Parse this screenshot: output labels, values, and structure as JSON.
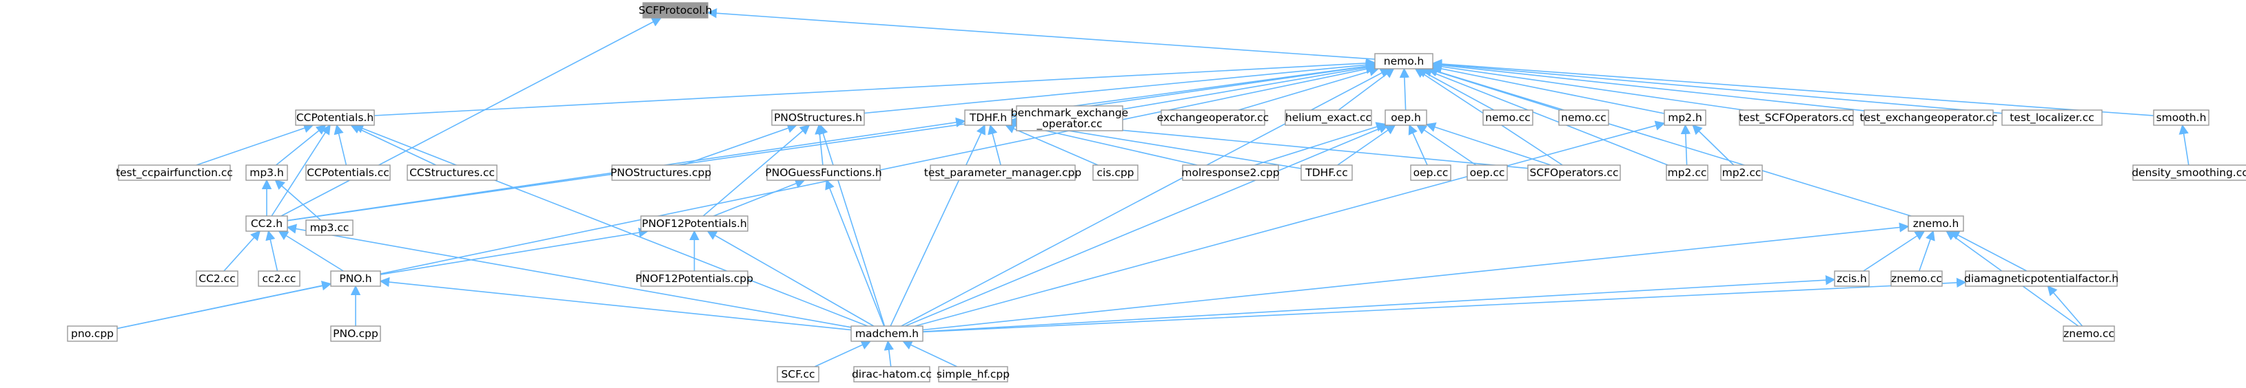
{
  "title": "",
  "colors": {
    "node_fill": "#ffffff",
    "node_border": "#999999",
    "focus_fill": "#999999",
    "focus_border": "#666666",
    "highlight_border": "#ff0000",
    "edge": "#63b8ff",
    "arrowhead": "#63b8ff"
  },
  "nodes": {
    "scf": {
      "label": "SCFProtocol.h",
      "style": "focus"
    },
    "nemo": {
      "label": "nemo.h",
      "style": "normal"
    },
    "ccpot": {
      "label": "CCPotentials.h",
      "style": "normal"
    },
    "pnostruct": {
      "label": "PNOStructures.h",
      "style": "normal"
    },
    "tdhf": {
      "label": "TDHF.h",
      "style": "normal"
    },
    "bench": {
      "label": "benchmark_exchange\n_operator.cc",
      "style": "normal"
    },
    "exchop": {
      "label": "exchangeoperator.cc",
      "style": "normal"
    },
    "helium": {
      "label": "helium_exact.cc",
      "style": "normal"
    },
    "oep": {
      "label": "oep.h",
      "style": "normal"
    },
    "nemocc1": {
      "label": "nemo.cc",
      "style": "normal"
    },
    "nemocc2": {
      "label": "nemo.cc",
      "style": "normal"
    },
    "mp2h": {
      "label": "mp2.h",
      "style": "normal"
    },
    "testscf": {
      "label": "test_SCFOperators.cc",
      "style": "normal"
    },
    "testexch": {
      "label": "test_exchangeoperator.cc",
      "style": "normal"
    },
    "testloc": {
      "label": "test_localizer.cc",
      "style": "normal"
    },
    "smooth": {
      "label": "smooth.h",
      "style": "normal"
    },
    "densm": {
      "label": "density_smoothing.cc",
      "style": "normal"
    },
    "testccpair": {
      "label": "test_ccpairfunction.cc",
      "style": "normal"
    },
    "mp3h": {
      "label": "mp3.h",
      "style": "normal"
    },
    "ccpotcc": {
      "label": "CCPotentials.cc",
      "style": "normal"
    },
    "ccstruct": {
      "label": "CCStructures.cc",
      "style": "normal"
    },
    "pnostructcpp": {
      "label": "PNOStructures.cpp",
      "style": "normal"
    },
    "pnoguess": {
      "label": "PNOGuessFunctions.h",
      "style": "highlight"
    },
    "testparam": {
      "label": "test_parameter_manager.cpp",
      "style": "normal"
    },
    "ciscpp": {
      "label": "cis.cpp",
      "style": "normal"
    },
    "molresp": {
      "label": "molresponse2.cpp",
      "style": "normal"
    },
    "tdhfcc": {
      "label": "TDHF.cc",
      "style": "normal"
    },
    "oepcc1": {
      "label": "oep.cc",
      "style": "normal"
    },
    "oepcc2": {
      "label": "oep.cc",
      "style": "normal"
    },
    "scfops": {
      "label": "SCFOperators.cc",
      "style": "normal"
    },
    "mp2cc1": {
      "label": "mp2.cc",
      "style": "normal"
    },
    "mp2cc2": {
      "label": "mp2.cc",
      "style": "normal"
    },
    "cc2h": {
      "label": "CC2.h",
      "style": "normal"
    },
    "mp3cc": {
      "label": "mp3.cc",
      "style": "normal"
    },
    "pnof12": {
      "label": "PNOF12Potentials.h",
      "style": "normal"
    },
    "znemo": {
      "label": "znemo.h",
      "style": "normal"
    },
    "cc2cc1": {
      "label": "CC2.cc",
      "style": "normal"
    },
    "cc2cc2": {
      "label": "cc2.cc",
      "style": "normal"
    },
    "pnoh": {
      "label": "PNO.h",
      "style": "normal"
    },
    "pnof12cpp": {
      "label": "PNOF12Potentials.cpp",
      "style": "normal"
    },
    "zcis": {
      "label": "zcis.h",
      "style": "highlight"
    },
    "znemocc1": {
      "label": "znemo.cc",
      "style": "normal"
    },
    "diamag": {
      "label": "diamagneticpotentialfactor.h",
      "style": "highlight"
    },
    "pnocpp": {
      "label": "pno.cpp",
      "style": "normal"
    },
    "pnocpp2": {
      "label": "PNO.cpp",
      "style": "normal"
    },
    "znemocc2": {
      "label": "znemo.cc",
      "style": "normal"
    },
    "madchem": {
      "label": "madchem.h",
      "style": "normal"
    },
    "scfcc": {
      "label": "SCF.cc",
      "style": "normal"
    },
    "dirac": {
      "label": "dirac-hatom.cc",
      "style": "normal"
    },
    "simplehf": {
      "label": "simple_hf.cpp",
      "style": "normal"
    }
  },
  "edges": [
    [
      "nemo",
      "scf"
    ],
    [
      "cc2h",
      "scf"
    ],
    [
      "ccpot",
      "nemo"
    ],
    [
      "pnostruct",
      "nemo"
    ],
    [
      "tdhf",
      "nemo"
    ],
    [
      "bench",
      "nemo"
    ],
    [
      "exchop",
      "nemo"
    ],
    [
      "helium",
      "nemo"
    ],
    [
      "oep",
      "nemo"
    ],
    [
      "nemocc1",
      "nemo"
    ],
    [
      "nemocc2",
      "nemo"
    ],
    [
      "mp2h",
      "nemo"
    ],
    [
      "testscf",
      "nemo"
    ],
    [
      "testexch",
      "nemo"
    ],
    [
      "testloc",
      "nemo"
    ],
    [
      "smooth",
      "nemo"
    ],
    [
      "scfops",
      "nemo"
    ],
    [
      "mp2cc1",
      "nemo"
    ],
    [
      "znemo",
      "nemo"
    ],
    [
      "pnocpp",
      "nemo"
    ],
    [
      "madchem",
      "nemo"
    ],
    [
      "cc2h",
      "nemo"
    ],
    [
      "testccpair",
      "ccpot"
    ],
    [
      "mp3h",
      "ccpot"
    ],
    [
      "ccpotcc",
      "ccpot"
    ],
    [
      "ccstruct",
      "ccpot"
    ],
    [
      "cc2h",
      "ccpot"
    ],
    [
      "madchem",
      "ccpot"
    ],
    [
      "pnostructcpp",
      "pnostruct"
    ],
    [
      "pnoguess",
      "pnostruct"
    ],
    [
      "pnof12",
      "pnostruct"
    ],
    [
      "madchem",
      "pnostruct"
    ],
    [
      "testparam",
      "tdhf"
    ],
    [
      "ciscpp",
      "tdhf"
    ],
    [
      "molresp",
      "tdhf"
    ],
    [
      "tdhfcc",
      "tdhf"
    ],
    [
      "cc2h",
      "tdhf"
    ],
    [
      "madchem",
      "tdhf"
    ],
    [
      "scfops",
      "tdhf"
    ],
    [
      "molresp",
      "oep"
    ],
    [
      "tdhfcc",
      "oep"
    ],
    [
      "oepcc1",
      "oep"
    ],
    [
      "oepcc2",
      "oep"
    ],
    [
      "scfops",
      "oep"
    ],
    [
      "madchem",
      "oep"
    ],
    [
      "mp2cc1",
      "mp2h"
    ],
    [
      "mp2cc2",
      "mp2h"
    ],
    [
      "madchem",
      "mp2h"
    ],
    [
      "densm",
      "smooth"
    ],
    [
      "cc2h",
      "mp3h"
    ],
    [
      "mp3cc",
      "mp3h"
    ],
    [
      "pnof12",
      "pnoguess"
    ],
    [
      "madchem",
      "pnoguess"
    ],
    [
      "pnoh",
      "pnof12"
    ],
    [
      "pnof12cpp",
      "pnof12"
    ],
    [
      "madchem",
      "pnof12"
    ],
    [
      "cc2cc1",
      "cc2h"
    ],
    [
      "cc2cc2",
      "cc2h"
    ],
    [
      "pnoh",
      "cc2h"
    ],
    [
      "madchem",
      "cc2h"
    ],
    [
      "pnocpp",
      "pnoh"
    ],
    [
      "pnocpp2",
      "pnoh"
    ],
    [
      "madchem",
      "pnoh"
    ],
    [
      "zcis",
      "znemo"
    ],
    [
      "znemocc1",
      "znemo"
    ],
    [
      "diamag",
      "znemo"
    ],
    [
      "znemocc2",
      "znemo"
    ],
    [
      "madchem",
      "znemo"
    ],
    [
      "madchem",
      "zcis"
    ],
    [
      "madchem",
      "diamag"
    ],
    [
      "znemocc2",
      "diamag"
    ],
    [
      "scfcc",
      "madchem"
    ],
    [
      "dirac",
      "madchem"
    ],
    [
      "simplehf",
      "madchem"
    ]
  ]
}
